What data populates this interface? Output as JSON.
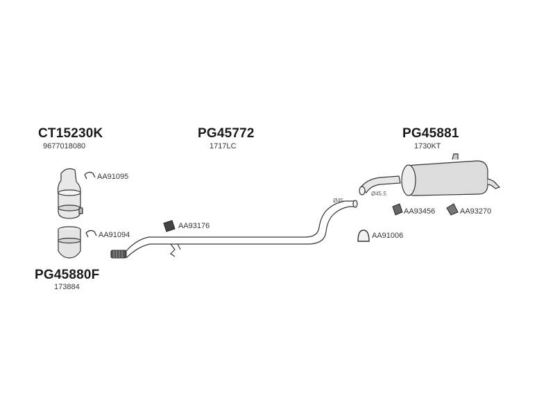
{
  "parts": {
    "catalyst_top": {
      "code": "CT15230K",
      "ref": "9677018080"
    },
    "middle_pipe": {
      "code": "PG45772",
      "ref": "1717LC"
    },
    "rear_silencer": {
      "code": "PG45881",
      "ref": "1730KT"
    },
    "catalyst_bottom": {
      "code": "PG45880F",
      "ref": "173884"
    }
  },
  "accessories": {
    "clamp_top": "AA91095",
    "clamp_bottom": "AA91094",
    "rubber_mount_front": "AA93176",
    "mount_rear_left": "AA93456",
    "mount_rear_right": "AA93270",
    "clamp_rear": "AA91006"
  },
  "diameters": {
    "pipe_end": "Ø45",
    "silencer_inlet": "Ø45.5"
  }
}
